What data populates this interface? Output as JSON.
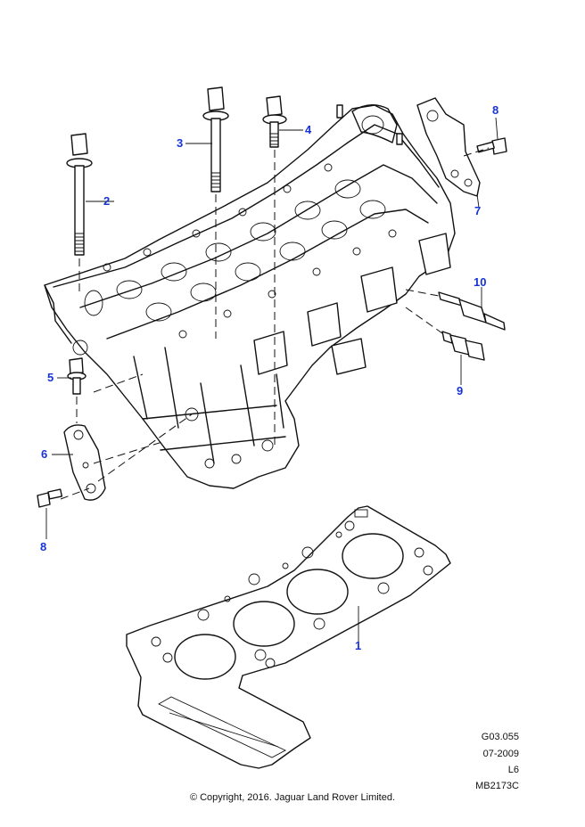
{
  "callouts": {
    "c1": "1",
    "c2": "2",
    "c3": "3",
    "c4": "4",
    "c5": "5",
    "c6": "6",
    "c7": "7",
    "c8a": "8",
    "c8b": "8",
    "c9": "9",
    "c10": "10"
  },
  "reference": {
    "illustration_code": "G03.055",
    "date": "07-2009",
    "variant": "L6",
    "drawing_number": "MB2173C"
  },
  "copyright": "© Copyright, 2016. Jaguar Land Rover Limited.",
  "colors": {
    "callout": "#1733d6",
    "line": "#111111",
    "background": "#ffffff"
  }
}
